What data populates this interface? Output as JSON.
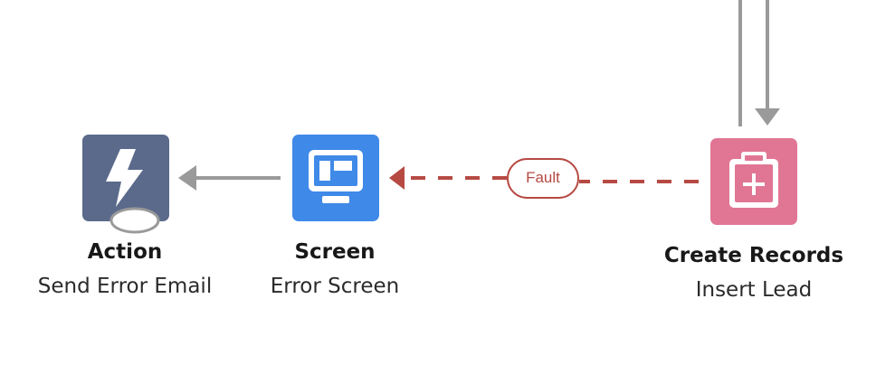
{
  "nodes": {
    "action": {
      "type_label": "Action",
      "name": "Send Error Email",
      "color": "#5b6a8b",
      "icon": "lightning-bolt-icon"
    },
    "screen": {
      "type_label": "Screen",
      "name": "Error Screen",
      "color": "#3f89e8",
      "icon": "monitor-icon"
    },
    "create_records": {
      "type_label": "Create Records",
      "name": "Insert Lead",
      "color": "#e07694",
      "icon": "clipboard-plus-icon"
    }
  },
  "connectors": {
    "fault": {
      "label": "Fault",
      "color": "#b64a43",
      "style": "dashed"
    },
    "normal": {
      "color": "#9a9a9a",
      "style": "solid"
    }
  }
}
